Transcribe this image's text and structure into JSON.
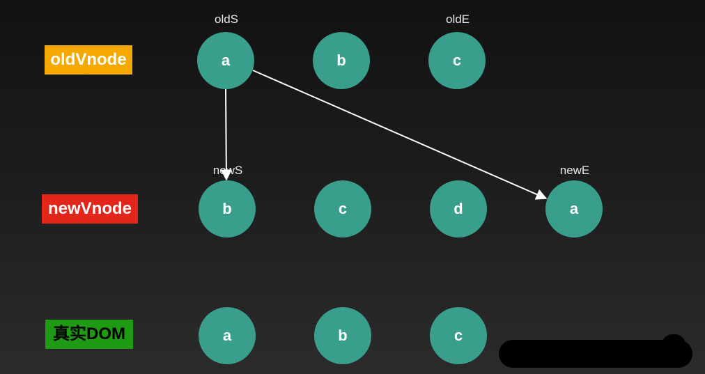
{
  "colors": {
    "node": "#3a9e8c",
    "arrow": "#ffffff"
  },
  "rows": {
    "old": {
      "label": "oldVnode",
      "label_bg": "#f5a800",
      "label_color": "#ffffff",
      "nodes": [
        "a",
        "b",
        "c"
      ]
    },
    "new": {
      "label": "newVnode",
      "label_bg": "#e3261b",
      "label_color": "#ffffff",
      "nodes": [
        "b",
        "c",
        "d",
        "a"
      ]
    },
    "dom": {
      "label": "真实DOM",
      "label_bg": "#1f9a13",
      "label_color": "#000000",
      "nodes": [
        "a",
        "b",
        "c"
      ]
    }
  },
  "pointers": {
    "oldS": "oldS",
    "oldE": "oldE",
    "newS": "newS",
    "newE": "newE"
  }
}
